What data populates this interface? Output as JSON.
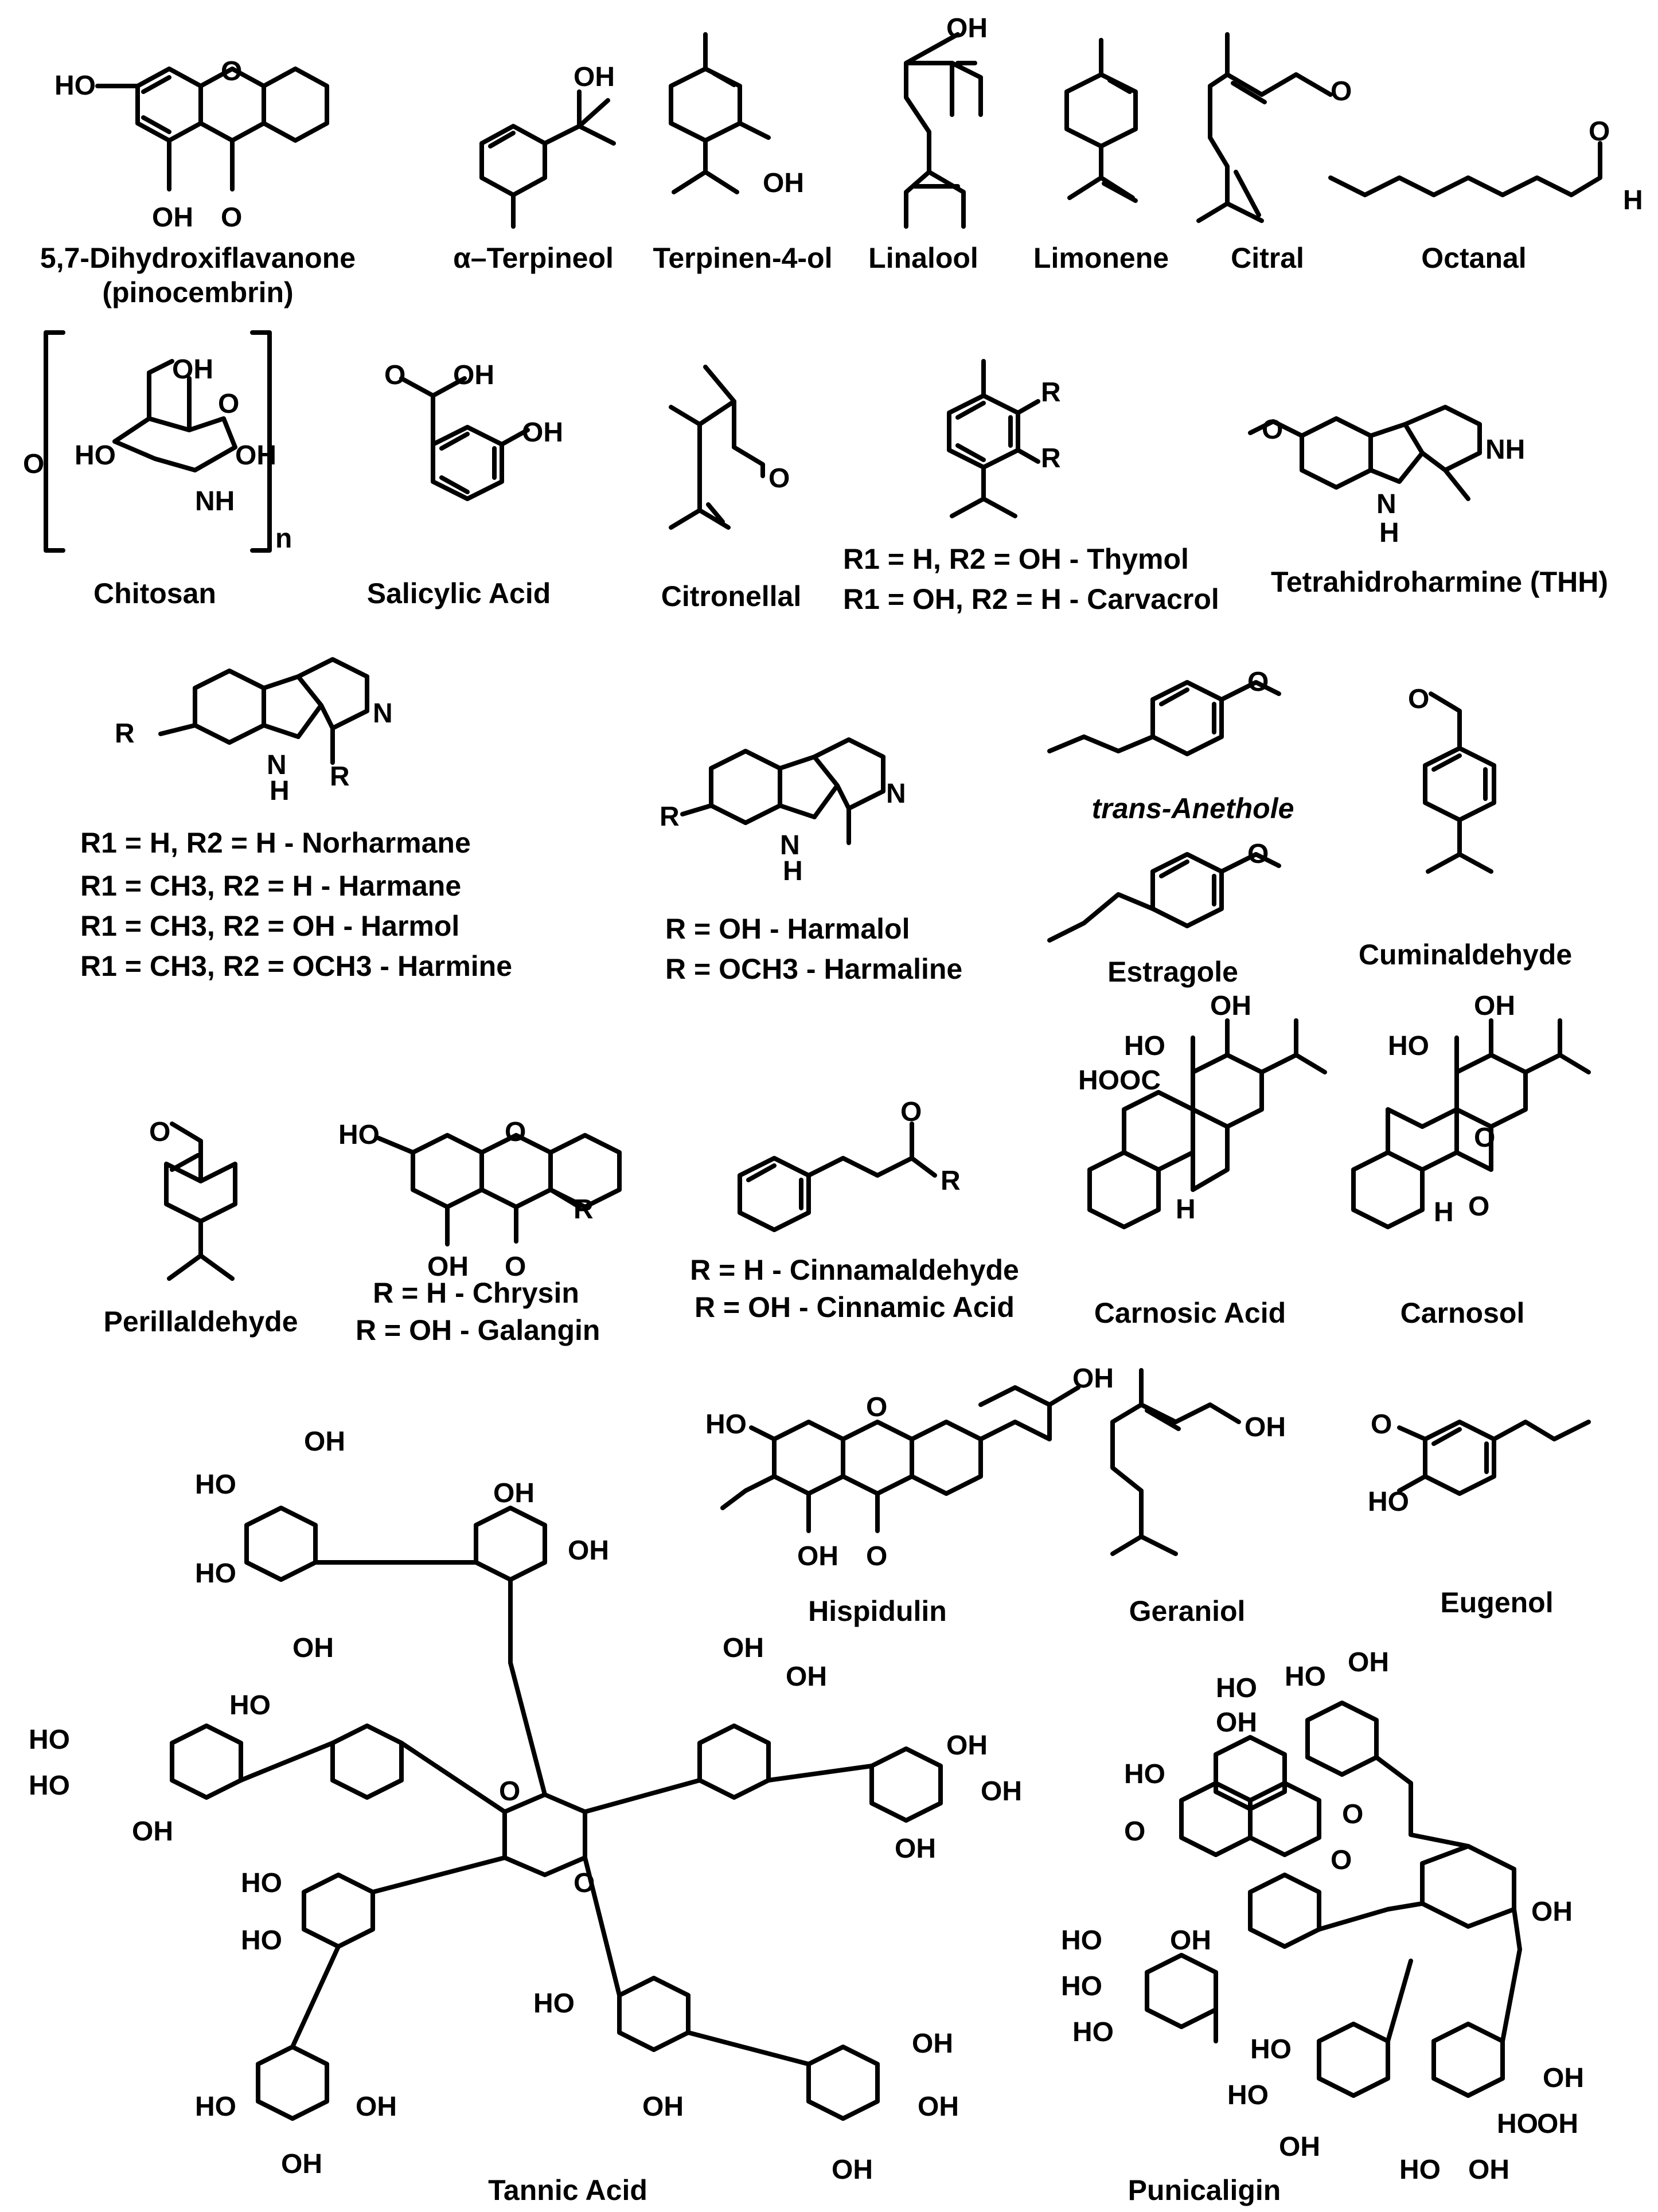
{
  "compounds": {
    "pinocembrin": {
      "name": "5,7-Dihydroxiflavanone",
      "alt": "(pinocembrin)"
    },
    "terpineol": {
      "name": "α–Terpineol"
    },
    "terpinen4ol": {
      "name": "Terpinen-4-ol"
    },
    "linalool": {
      "name": "Linalool"
    },
    "limonene": {
      "name": "Limonene"
    },
    "citral": {
      "name": "Citral"
    },
    "octanal": {
      "name": "Octanal"
    },
    "chitosan": {
      "name": "Chitosan"
    },
    "salicylic": {
      "name": "Salicylic Acid"
    },
    "citronellal": {
      "name": "Citronellal"
    },
    "thymol_line": {
      "name": "R1 = H, R2 = OH - Thymol"
    },
    "carvacrol_line": {
      "name": "R1 = OH, R2 = H - Carvacrol"
    },
    "thh": {
      "name": "Tetrahidroharmine (THH)"
    },
    "norharmane_line": {
      "name": "R1 = H, R2 = H - Norharmane"
    },
    "harmane_line": {
      "name": "R1 = CH3, R2 = H - Harmane"
    },
    "harmol_line": {
      "name": "R1 = CH3, R2 = OH - Harmol"
    },
    "harmine_line": {
      "name": "R1 = CH3, R2 = OCH3 - Harmine"
    },
    "harmalol_line": {
      "name": "R = OH - Harmalol"
    },
    "harmaline_line": {
      "name": "R = OCH3 - Harmaline"
    },
    "anethole": {
      "name": "trans-Anethole"
    },
    "estragole": {
      "name": "Estragole"
    },
    "cuminaldehyde": {
      "name": "Cuminaldehyde"
    },
    "perillaldehyde": {
      "name": "Perillaldehyde"
    },
    "chrysin_line": {
      "name": "R = H - Chrysin"
    },
    "galangin_line": {
      "name": "R = OH - Galangin"
    },
    "cinnamaldehyde_line": {
      "name": "R = H - Cinnamaldehyde"
    },
    "cinnamic_line": {
      "name": "R = OH - Cinnamic Acid"
    },
    "carnosic": {
      "name": "Carnosic Acid"
    },
    "carnosol": {
      "name": "Carnosol"
    },
    "hispidulin": {
      "name": "Hispidulin"
    },
    "geraniol": {
      "name": "Geraniol"
    },
    "eugenol": {
      "name": "Eugenol"
    },
    "tannic": {
      "name": "Tannic Acid"
    },
    "punicalagin": {
      "name": "Punicaligin"
    }
  }
}
